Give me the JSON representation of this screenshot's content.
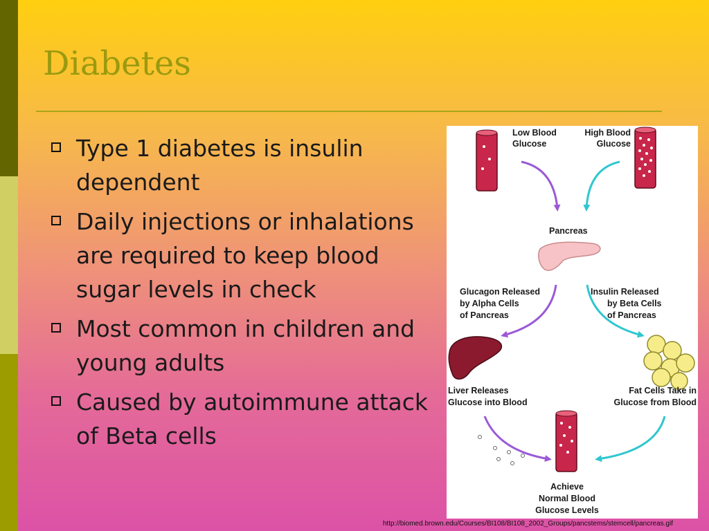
{
  "slide": {
    "title": "Diabetes",
    "bullets": [
      "Type 1 diabetes is insulin dependent",
      "Daily injections or inhalations are required to keep blood sugar levels in check",
      "Most common in children and young adults",
      "Caused by autoimmune attack of Beta cells"
    ],
    "source_url": "http://biomed.brown.edu/Courses/BI108/BI108_2002_Groups/pancstems/stemcell/pancreas.gif"
  },
  "figure": {
    "low_blood_glucose": [
      "Low Blood",
      "Glucose"
    ],
    "high_blood_glucose": [
      "High Blood",
      "Glucose"
    ],
    "pancreas": "Pancreas",
    "glucagon": [
      "Glucagon Released",
      "by Alpha Cells",
      "of Pancreas"
    ],
    "insulin": [
      "Insulin Released",
      "by Beta Cells",
      "of Pancreas"
    ],
    "liver": [
      "Liver Releases",
      "Glucose into Blood"
    ],
    "fat": [
      "Fat Cells Take in",
      "Glucose from Blood"
    ],
    "achieve": [
      "Achieve",
      "Normal Blood",
      "Glucose Levels"
    ],
    "colors": {
      "purple_arrow": "#9b59d6",
      "cyan_arrow": "#2ec7cf",
      "blood_vial": "#c8264a",
      "liver": "#8b1a2e",
      "fat_cell": "#f6ec8a",
      "pancreas": "#f7c3c6"
    }
  }
}
